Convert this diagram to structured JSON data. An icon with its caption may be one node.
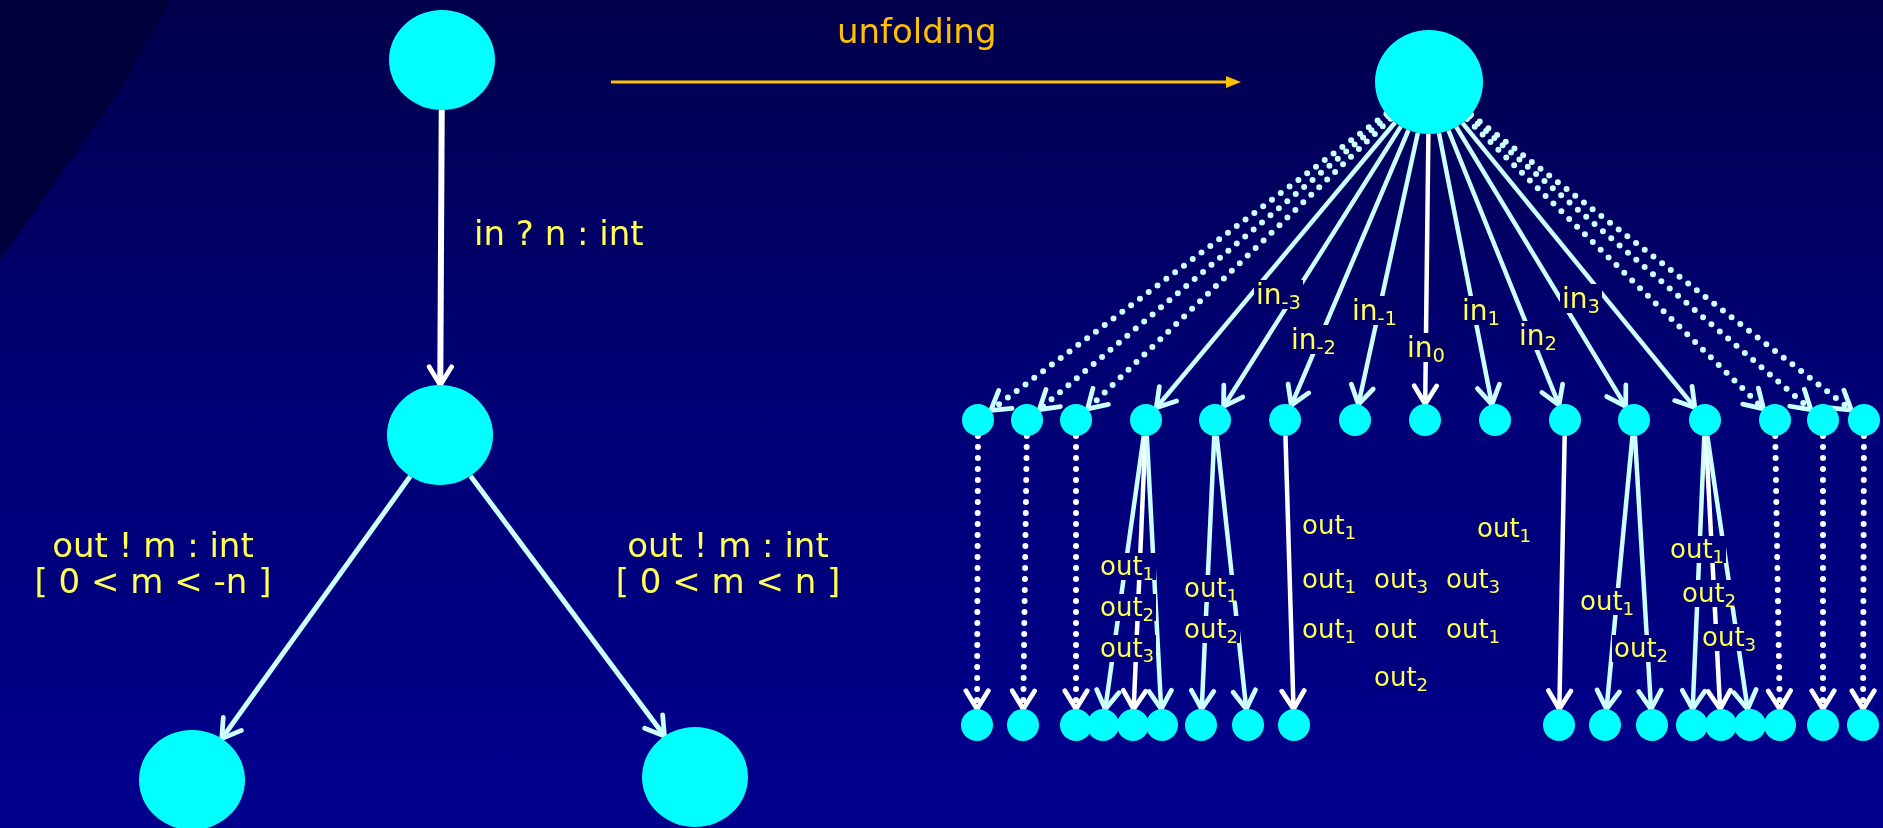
{
  "diagram": {
    "nodes": [
      {
        "text": [],
        "shape": "circle"
      },
      {
        "text": [],
        "shape": "circle"
      },
      {
        "text": [],
        "shape": "circle"
      },
      {
        "text": [],
        "shape": "circle"
      },
      {
        "text": [],
        "shape": "circle"
      },
      {
        "text": [],
        "shape": "circle"
      },
      {
        "text": [],
        "shape": "circle"
      },
      {
        "text": [],
        "shape": "circle"
      },
      {
        "text": [],
        "shape": "circle"
      },
      {
        "text": [],
        "shape": "circle"
      },
      {
        "text": [],
        "shape": "circle"
      },
      {
        "text": [],
        "shape": "circle"
      },
      {
        "text": [],
        "shape": "circle"
      },
      {
        "text": [],
        "shape": "circle"
      },
      {
        "text": [],
        "shape": "circle"
      },
      {
        "text": [],
        "shape": "circle"
      },
      {
        "text": [],
        "shape": "circle"
      },
      {
        "text": [],
        "shape": "circle"
      },
      {
        "text": [],
        "shape": "circle"
      },
      {
        "text": [],
        "shape": "circle"
      },
      {
        "text": [],
        "shape": "circle"
      },
      {
        "text": [],
        "shape": "circle"
      },
      {
        "text": [],
        "shape": "circle"
      },
      {
        "text": [],
        "shape": "circle"
      },
      {
        "text": [],
        "shape": "circle"
      },
      {
        "text": [],
        "shape": "circle"
      },
      {
        "text": [],
        "shape": "circle"
      },
      {
        "text": [],
        "shape": "circle"
      },
      {
        "text": [],
        "shape": "circle"
      },
      {
        "text": [],
        "shape": "circle"
      },
      {
        "text": [],
        "shape": "circle"
      },
      {
        "text": [],
        "shape": "circle"
      },
      {
        "text": [],
        "shape": "circle"
      },
      {
        "text": [],
        "shape": "circle"
      },
      {
        "text": [],
        "shape": "circle"
      },
      {
        "text": [],
        "shape": "circle"
      },
      {
        "text": [],
        "shape": "circle"
      },
      {
        "text": [],
        "shape": "circle"
      }
    ],
    "edges": [
      {
        "from": 0,
        "to": 1,
        "arrow": "to",
        "label": "in ? n : int",
        "color": "#ffffff"
      },
      {
        "from": 1,
        "to": 2,
        "arrow": "to",
        "label": "out ! m : int [ 0 < m < -n ]"
      },
      {
        "from": 1,
        "to": 3,
        "arrow": "to",
        "label": "out ! m : int [ 0 < m < n ]"
      },
      {
        "from": 4,
        "to": 5,
        "arrow": "to",
        "style": "dashed"
      },
      {
        "from": 4,
        "to": 6,
        "arrow": "to",
        "style": "dashed"
      },
      {
        "from": 4,
        "to": 7,
        "arrow": "to",
        "style": "dashed"
      },
      {
        "from": 4,
        "to": 8,
        "arrow": "to"
      },
      {
        "from": 4,
        "to": 9,
        "arrow": "to",
        "label": "in$_{-3}$"
      },
      {
        "from": 4,
        "to": 10,
        "arrow": "to",
        "label": "in$_{-2}$"
      },
      {
        "from": 4,
        "to": 11,
        "arrow": "to",
        "label": "in$_{-1}$"
      },
      {
        "from": 4,
        "to": 12,
        "arrow": "to",
        "label": "in$_{0}$",
        "color": "#ffffff"
      },
      {
        "from": 4,
        "to": 13,
        "arrow": "to",
        "label": "in$_{1}$"
      },
      {
        "from": 4,
        "to": 14,
        "arrow": "to",
        "label": "in$_{2}$"
      },
      {
        "from": 4,
        "to": 15,
        "arrow": "to",
        "label": "in$_{3}$"
      },
      {
        "from": 4,
        "to": 16,
        "arrow": "to"
      },
      {
        "from": 4,
        "to": 17,
        "arrow": "to",
        "style": "dashed"
      },
      {
        "from": 4,
        "to": 18,
        "arrow": "to",
        "style": "dashed"
      },
      {
        "from": 4,
        "to": 19,
        "arrow": "to",
        "style": "dashed"
      },
      {
        "from": 5,
        "to": 20,
        "arrow": "to",
        "style": "dashed",
        "color": "#ffffff"
      },
      {
        "from": 6,
        "to": 21,
        "arrow": "to",
        "style": "dashed",
        "color": "#ffffff"
      },
      {
        "from": 7,
        "to": 22,
        "arrow": "to",
        "style": "dashed",
        "color": "#ffffff"
      },
      {
        "from": 8,
        "to": 23,
        "arrow": "to",
        "label": "out$_{1}$"
      },
      {
        "from": 8,
        "to": 24,
        "arrow": "to",
        "label": "out$_{2}$",
        "color": "#ffffff"
      },
      {
        "from": 8,
        "to": 25,
        "arrow": "to",
        "label": "out$_{3}$"
      },
      {
        "from": 9,
        "to": 26,
        "arrow": "to",
        "label": "out$_{1}$"
      },
      {
        "from": 9,
        "to": 27,
        "arrow": "to",
        "label": "out$_{2}$"
      },
      {
        "from": 10,
        "to": 28,
        "arrow": "to",
        "label": "out$_{1}$",
        "color": "#ffffff"
      },
      {
        "from": 14,
        "to": 29,
        "arrow": "to",
        "label": "out$_{1}$",
        "color": "#ffffff"
      },
      {
        "from": 15,
        "to": 30,
        "arrow": "to",
        "label": "out$_{1}$"
      },
      {
        "from": 15,
        "to": 31,
        "arrow": "to",
        "label": "out$_{2}$"
      },
      {
        "from": 16,
        "to": 32,
        "arrow": "to",
        "label": "out$_{1}$"
      },
      {
        "from": 16,
        "to": 33,
        "arrow": "to",
        "label": "out$_{2}$",
        "color": "#ffffff"
      },
      {
        "from": 16,
        "to": 34,
        "arrow": "to",
        "label": "out$_{3}$"
      },
      {
        "from": 17,
        "to": 35,
        "arrow": "to",
        "style": "dashed",
        "color": "#ffffff"
      },
      {
        "from": 18,
        "to": 36,
        "arrow": "to",
        "style": "dashed",
        "color": "#ffffff"
      },
      {
        "from": 19,
        "to": 37,
        "arrow": "to",
        "style": "dashed",
        "color": "#ffffff"
      }
    ],
    "labels": [
      "unfolding",
      "out$_{1}$",
      "out$_{3}$",
      "out$_{3}$",
      "out$_{1}$",
      "out",
      "out$_{1}$",
      "out$_{2}$"
    ]
  }
}
